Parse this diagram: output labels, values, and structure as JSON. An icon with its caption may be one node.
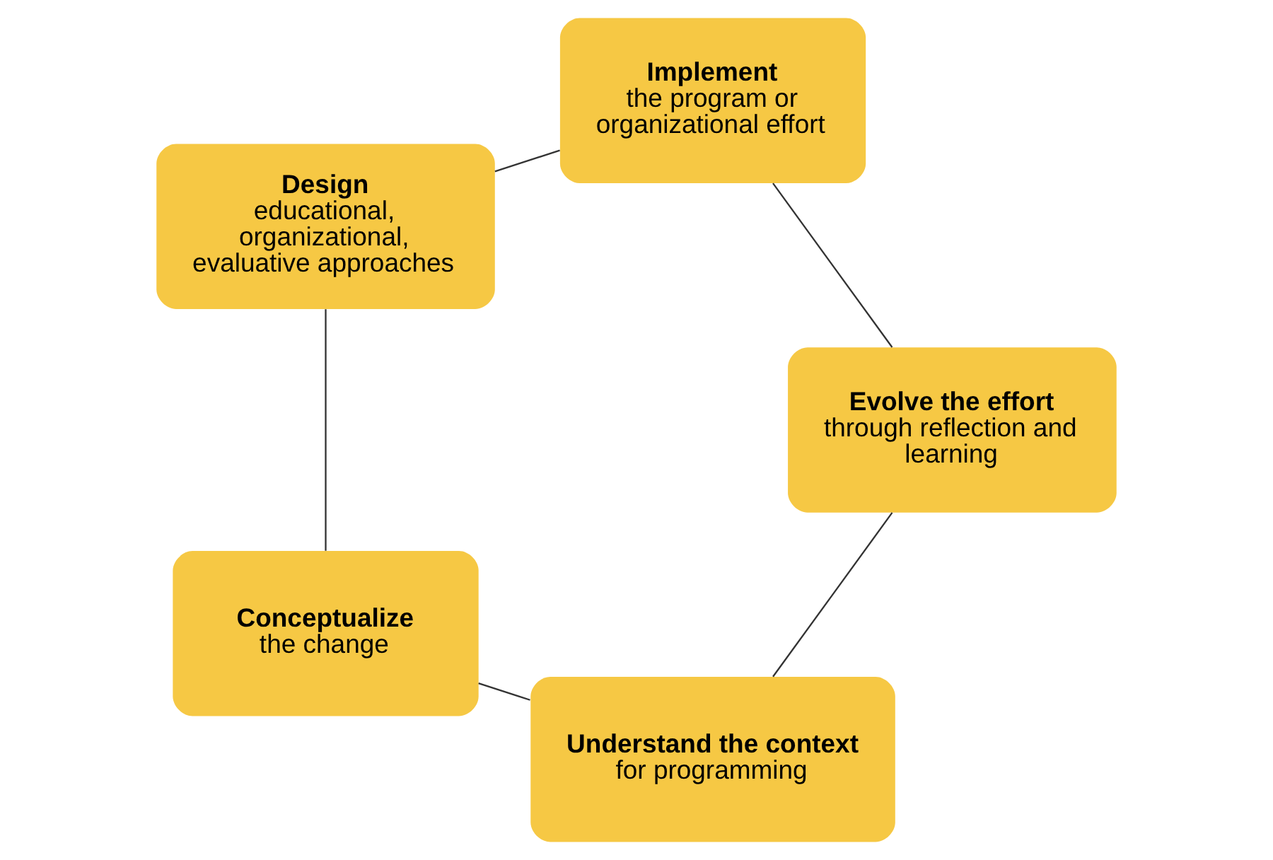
{
  "diagram": {
    "nodes": [
      {
        "text": [
          "Understand the context",
          "for programming"
        ]
      },
      {
        "text": [
          "Conceptualize",
          "the change"
        ]
      },
      {
        "text": [
          "Design",
          "educational, organizational, evaluative approaches"
        ]
      },
      {
        "text": [
          "Implement",
          "the program or organizational effort"
        ]
      },
      {
        "text": [
          "Evolve the effort",
          "through reflection and learning"
        ]
      }
    ],
    "edges": [
      {
        "from": 0,
        "to": 1,
        "arrow": "none"
      },
      {
        "from": 1,
        "to": 2,
        "arrow": "none"
      },
      {
        "from": 2,
        "to": 3,
        "arrow": "none"
      },
      {
        "from": 3,
        "to": 4,
        "arrow": "none"
      },
      {
        "from": 4,
        "to": 0,
        "arrow": "none"
      }
    ]
  }
}
